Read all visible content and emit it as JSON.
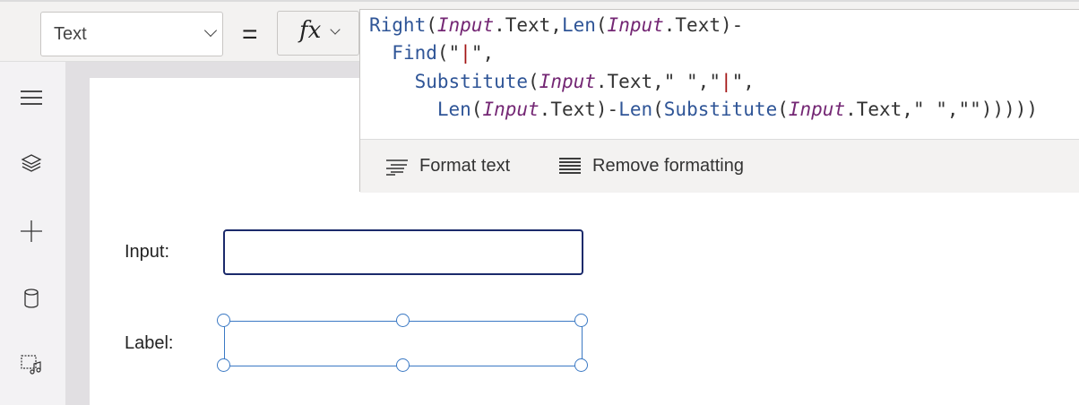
{
  "formula_bar": {
    "property": "Text",
    "equals": "=",
    "fx_label": "fx",
    "formula_lines": [
      [
        {
          "t": "Right",
          "c": "fn"
        },
        {
          "t": "(",
          "c": ""
        },
        {
          "t": "Input",
          "c": "id"
        },
        {
          "t": ".Text,",
          "c": ""
        },
        {
          "t": "Len",
          "c": "fn"
        },
        {
          "t": "(",
          "c": ""
        },
        {
          "t": "Input",
          "c": "id"
        },
        {
          "t": ".Text)-",
          "c": ""
        }
      ],
      [
        {
          "t": "  ",
          "c": ""
        },
        {
          "t": "Find",
          "c": "fn"
        },
        {
          "t": "(\"",
          "c": ""
        },
        {
          "t": "|",
          "c": "st"
        },
        {
          "t": "\",",
          "c": ""
        }
      ],
      [
        {
          "t": "    ",
          "c": ""
        },
        {
          "t": "Substitute",
          "c": "fn"
        },
        {
          "t": "(",
          "c": ""
        },
        {
          "t": "Input",
          "c": "id"
        },
        {
          "t": ".Text,\" \",\"",
          "c": ""
        },
        {
          "t": "|",
          "c": "st"
        },
        {
          "t": "\",",
          "c": ""
        }
      ],
      [
        {
          "t": "      ",
          "c": ""
        },
        {
          "t": "Len",
          "c": "fn"
        },
        {
          "t": "(",
          "c": ""
        },
        {
          "t": "Input",
          "c": "id"
        },
        {
          "t": ".Text)-",
          "c": ""
        },
        {
          "t": "Len",
          "c": "fn"
        },
        {
          "t": "(",
          "c": ""
        },
        {
          "t": "Substitute",
          "c": "fn"
        },
        {
          "t": "(",
          "c": ""
        },
        {
          "t": "Input",
          "c": "id"
        },
        {
          "t": ".Text,\" \",\"\")))))",
          "c": ""
        }
      ]
    ],
    "format_text": "Format text",
    "remove_formatting": "Remove formatting"
  },
  "sidebar": {
    "items": [
      "menu-icon",
      "layers-icon",
      "plus-icon",
      "database-icon",
      "media-icon"
    ]
  },
  "canvas": {
    "input_label": "Input:",
    "input_value": "",
    "label_label": "Label:",
    "label_value": ""
  },
  "colors": {
    "function": "#2f5597",
    "identifier": "#742774",
    "string": "#a31515",
    "selection": "#3b79c4",
    "input_border": "#1b2a6b"
  }
}
